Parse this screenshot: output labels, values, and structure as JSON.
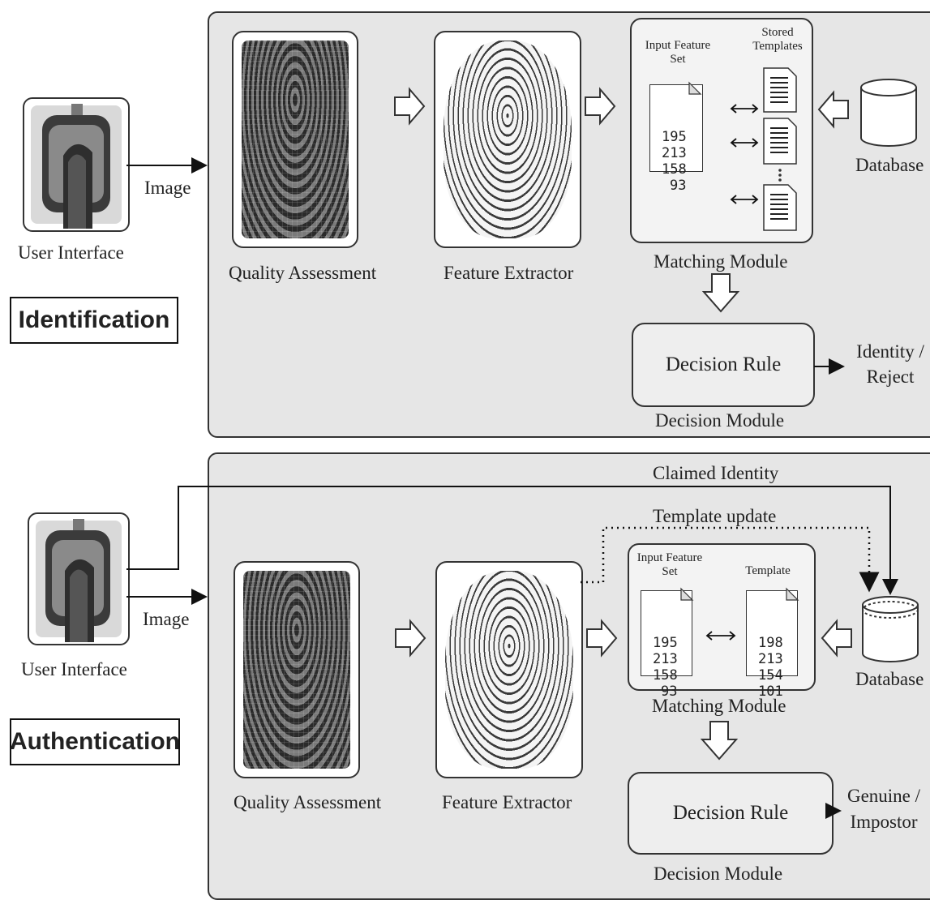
{
  "identification": {
    "mode_label": "Identification",
    "user_interface_label": "User Interface",
    "image_label": "Image",
    "quality_label": "Quality Assessment",
    "extractor_label": "Feature Extractor",
    "matching": {
      "input_title": "Input Feature Set",
      "stored_title": "Stored Templates",
      "input_values": [
        "195",
        "213",
        "158",
        "93"
      ],
      "module_label": "Matching Module"
    },
    "database_label": "Database",
    "decision_rule_label": "Decision Rule",
    "decision_module_label": "Decision Module",
    "output_label": "Identity / Reject"
  },
  "authentication": {
    "mode_label": "Authentication",
    "user_interface_label": "User Interface",
    "image_label": "Image",
    "claimed_identity_label": "Claimed Identity",
    "template_update_label": "Template update",
    "quality_label": "Quality Assessment",
    "extractor_label": "Feature Extractor",
    "matching": {
      "input_title": "Input Feature Set",
      "template_title": "Template",
      "input_values": [
        "195",
        "213",
        "158",
        "93"
      ],
      "template_values": [
        "198",
        "213",
        "154",
        "101"
      ],
      "module_label": "Matching Module"
    },
    "database_label": "Database",
    "decision_rule_label": "Decision Rule",
    "decision_module_label": "Decision Module",
    "output_label": "Genuine / Impostor"
  }
}
